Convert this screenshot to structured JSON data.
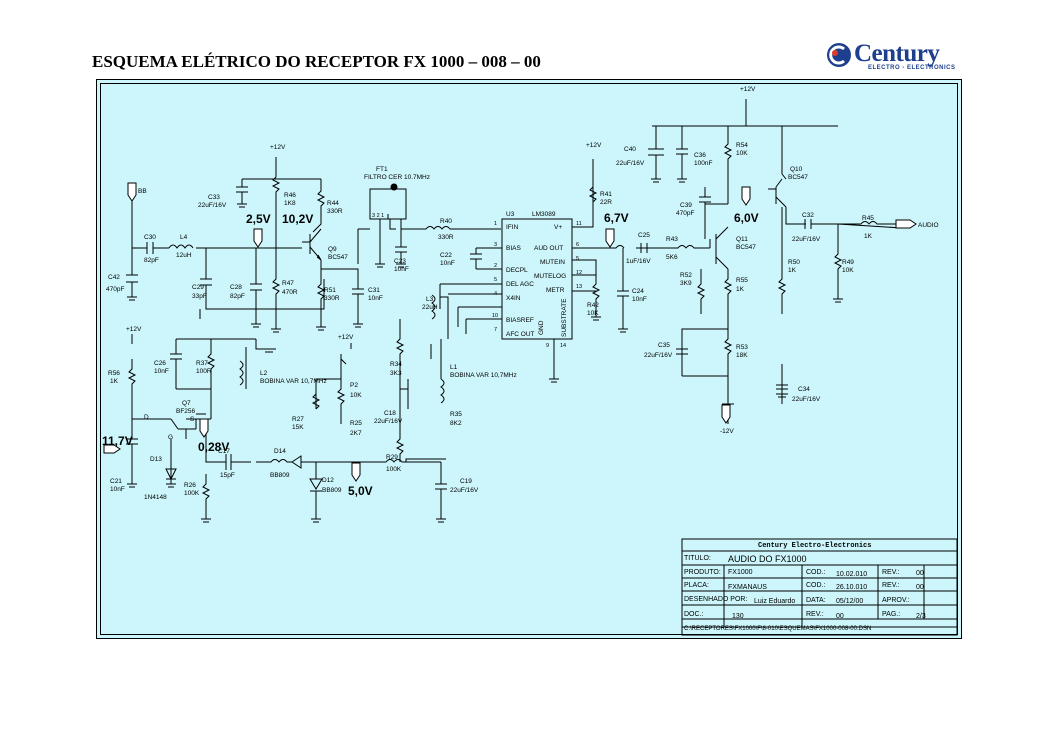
{
  "title": "ESQUEMA ELÉTRICO DO RECEPTOR FX 1000 – 008 – 00",
  "logo": {
    "brand": "Century",
    "tagline": "ELECTRO - ELECTRONICS",
    "color": "#1d3f8e"
  },
  "colors": {
    "background": "#ccf6fb",
    "line": "#000000"
  },
  "labels": {
    "bb": "BB",
    "c30": "C30",
    "c30v": "82pF",
    "l4": "L4",
    "l4v": "12uH",
    "c42": "C42",
    "c42v": "470pF",
    "c33": "C33",
    "c33v": "22uF/16V",
    "r46": "R46",
    "r46v": "1K8",
    "r44": "R44",
    "r44v": "330R",
    "q9": "Q9",
    "q9v": "BC547",
    "c29": "C29",
    "c29v": "33pF",
    "c28": "C28",
    "c28v": "82pF",
    "r47": "R47",
    "r47v": "470R",
    "r51": "R51",
    "r51v": "330R",
    "c31": "C31",
    "c31v": "10nF",
    "ft1": "FT1",
    "ft1v": "FILTRO CER 10.7MHz",
    "ft1pins": "3  2  1",
    "r40": "R40",
    "r40v": "330R",
    "c23": "C23",
    "c23v": "10nF",
    "c22": "C22",
    "c22v": "10nF",
    "u3": "U3",
    "lm": "LM3089",
    "ifin": "IFIN",
    "bias": "BIAS",
    "decpl": "DECPL",
    "delagc": "DEL AGC",
    "x4in": "X4IN",
    "biasref": "BIASREF",
    "afcout": "AFC OUT",
    "vplus": "V+",
    "audout": "AUD OUT",
    "mutein": "MUTEIN",
    "mutelog": "MUTELOG",
    "metr": "METR",
    "gnd": "GND",
    "substrate": "SUBSTRATE",
    "pin1": "1",
    "pin3": "3",
    "pin2": "2",
    "pin5": "5",
    "pin4": "4",
    "pin10": "10",
    "pin7": "7",
    "pin11": "11",
    "pin6": "6",
    "pin5b": "5",
    "pin12": "12",
    "pin13": "13",
    "pin9": "9",
    "pin14": "14",
    "r41": "R41",
    "r41v": "22R",
    "c25": "C25",
    "c25v": "1uF/16V",
    "c24": "C24",
    "c24v": "10nF",
    "r42": "R42",
    "r42v": "10K",
    "l3": "L3",
    "l3v": "22uH",
    "c40": "C40",
    "c40v": "22uF/16V",
    "c36": "C36",
    "c36v": "100nF",
    "r54": "R54",
    "r54v": "10K",
    "q10": "Q10",
    "q10v": "BC547",
    "c39": "C39",
    "c39v": "470pF",
    "r43": "R43",
    "r43v": "5K6",
    "q11": "Q11",
    "q11v": "BC547",
    "c32": "C32",
    "c32v": "22uF/16V",
    "r45": "R45",
    "r45v": "1K",
    "audio": "AUDIO",
    "r52": "R52",
    "r52v": "3K9",
    "r55": "R55",
    "r55v": "1K",
    "r50": "R50",
    "r50v": "1K",
    "r49": "R49",
    "r49v": "10K",
    "c35": "C35",
    "c35v": "22uF/16V",
    "r53": "R53",
    "r53v": "18K",
    "c34": "C34",
    "c34v": "22uF/16V",
    "v12a": "+12V",
    "v12b": "+12V",
    "v12c": "+12V",
    "v12d": "+12V",
    "v12e": "+12V",
    "vm12": "-12V",
    "r56": "R56",
    "r56v": "1K",
    "c26": "C26",
    "c26v": "10nF",
    "r37": "R37",
    "r37v": "100R",
    "l2": "L2",
    "l2v": "BOBINA VAR 10,7MHz",
    "q7": "Q7",
    "q7v": "BF256",
    "d": "D",
    "s": "S",
    "g": "G",
    "c21": "C21",
    "c21v": "10nF",
    "d13": "D13",
    "d13v": "1N4148",
    "r26": "R26",
    "r26v": "100K",
    "c17": "C17",
    "c17v": "15pF",
    "d14": "D14",
    "d14v": "BB809",
    "d12": "D12",
    "d12v": "BB809",
    "r27": "R27",
    "r27v": "15K",
    "p2": "P2",
    "p2v": "10K",
    "r25": "R25",
    "r25v": "2K7",
    "r29": "R29",
    "r29v": "100K",
    "r34": "R34",
    "r34v": "3K3",
    "l1": "L1",
    "l1v": "BOBINA VAR 10,7MHz",
    "c18": "C18",
    "c18v": "22uF/16V",
    "r35": "R35",
    "r35v": "8K2",
    "c19": "C19",
    "c19v": "22uF/16V"
  },
  "voltages": {
    "q9b": "2,5V",
    "q9c": "10,2V",
    "aud": "6,7V",
    "q11c": "6,0V",
    "in": "11,7V",
    "gate": "0,28V",
    "var": "5,0V"
  },
  "title_block": {
    "company": "Century Electro-Electronics",
    "titulo_label": "TITULO:",
    "titulo": "AUDIO DO FX1000",
    "produto_label": "PRODUTO:",
    "produto": "FX1000",
    "cod1_label": "COD.:",
    "cod1": "10.02.010",
    "rev1_label": "REV.:",
    "rev1": "00",
    "placa_label": "PLACA:",
    "placa": "FXMANAUS",
    "cod2_label": "COD.:",
    "cod2": "26.10.010",
    "rev2_label": "REV.:",
    "rev2": "00",
    "desenhado_label": "DESENHADO POR:",
    "desenhado": "Luiz Eduardo",
    "data_label": "DATA:",
    "data": "05/12/00",
    "aprov_label": "APROV.:",
    "doc_label": "DOC.:",
    "doc": "130",
    "rev3_label": "REV.:",
    "rev3": "00",
    "pag_label": "PAG.:",
    "pag": "2/3",
    "path": "C:\\RECEPTORES\\FX1000\\F\\8-010\\ESQUEMAS\\FX1000-008-00.DSN"
  }
}
